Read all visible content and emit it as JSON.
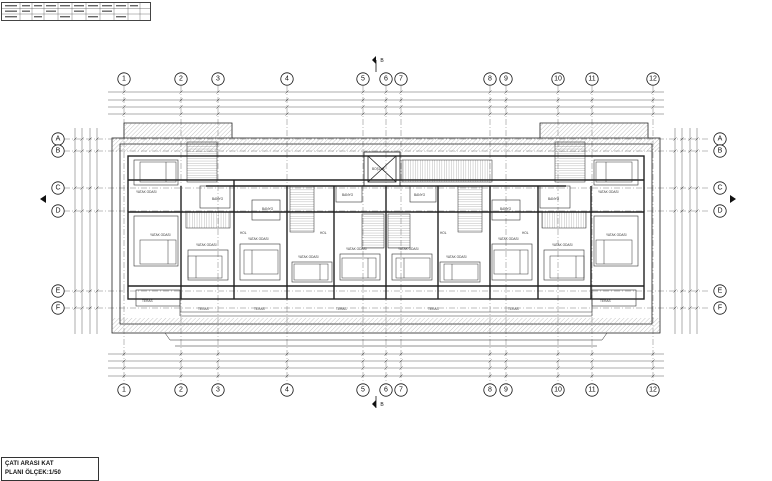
{
  "title_block": {
    "line1": "ÇATI ARASI KAT",
    "line2": "PLANI ÖLÇEK:1/50"
  },
  "grid": {
    "columns": [
      "1",
      "2",
      "3",
      "4",
      "5",
      "6",
      "7",
      "8",
      "9",
      "10",
      "11",
      "12"
    ],
    "rows": [
      "A",
      "B",
      "C",
      "D",
      "E",
      "F"
    ],
    "section_mark": "B"
  },
  "rooms": {
    "yatak_odasi": "YATAK ODASI",
    "hol": "HOL",
    "banyo": "BANYO",
    "teras": "TERAS",
    "bosluk": "BOŞLUK"
  },
  "colors": {
    "line": "#222222",
    "wall": "#444444",
    "hatch": "#9a9a9a",
    "paper": "#ffffff"
  }
}
